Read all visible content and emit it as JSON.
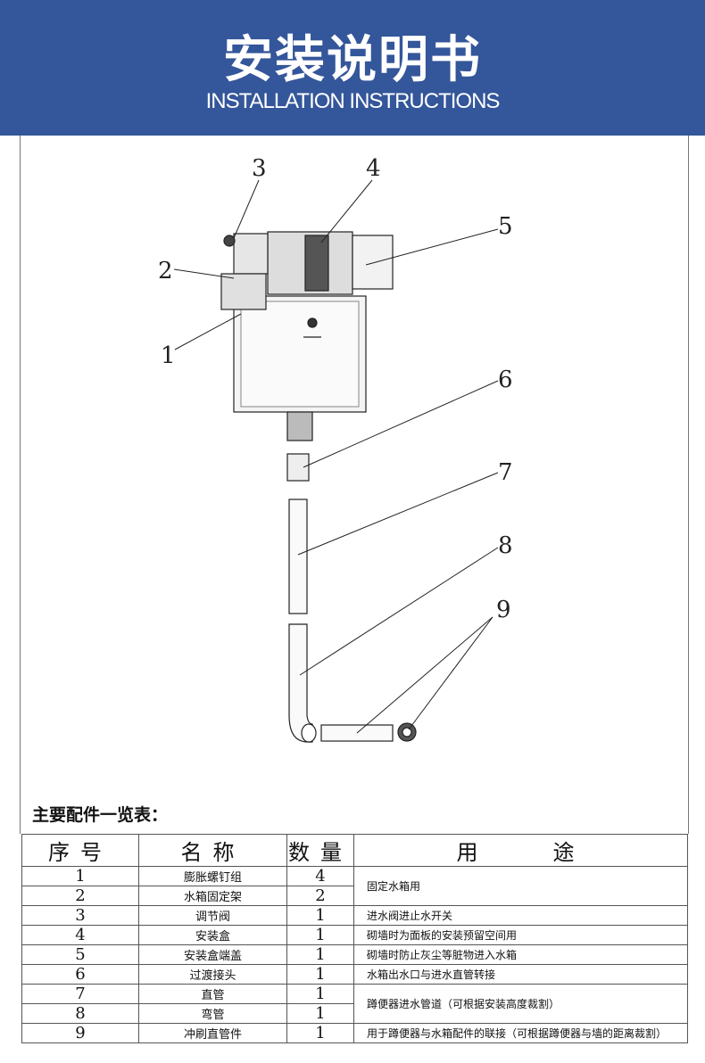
{
  "header": {
    "title": "安装说明书",
    "subtitle": "INSTALLATION INSTRUCTIONS"
  },
  "diagram": {
    "callouts": [
      "1",
      "2",
      "3",
      "4",
      "5",
      "6",
      "7",
      "8",
      "9"
    ]
  },
  "table": {
    "title": "主要配件一览表：",
    "headers": [
      "序号",
      "名称",
      "数量",
      "用　　途"
    ],
    "rows": [
      {
        "no": "1",
        "name": "膨胀螺钉组",
        "qty": "4",
        "use": "固定水箱用"
      },
      {
        "no": "2",
        "name": "水箱固定架",
        "qty": "2",
        "use": ""
      },
      {
        "no": "3",
        "name": "调节阀",
        "qty": "1",
        "use": "进水阀进止水开关"
      },
      {
        "no": "4",
        "name": "安装盒",
        "qty": "1",
        "use": "砌墙时为面板的安装预留空间用"
      },
      {
        "no": "5",
        "name": "安装盒端盖",
        "qty": "1",
        "use": "砌墙时防止灰尘等脏物进入水箱"
      },
      {
        "no": "6",
        "name": "过渡接头",
        "qty": "1",
        "use": "水箱出水口与进水直管转接"
      },
      {
        "no": "7",
        "name": "直管",
        "qty": "1",
        "use": "蹲便器进水管道（可根据安装高度裁割）"
      },
      {
        "no": "8",
        "name": "弯管",
        "qty": "1",
        "use": ""
      },
      {
        "no": "9",
        "name": "冲刷直管件",
        "qty": "1",
        "use": "用于蹲便器与水箱配件的联接（可根据蹲便器与墙的距离裁割）"
      }
    ]
  }
}
